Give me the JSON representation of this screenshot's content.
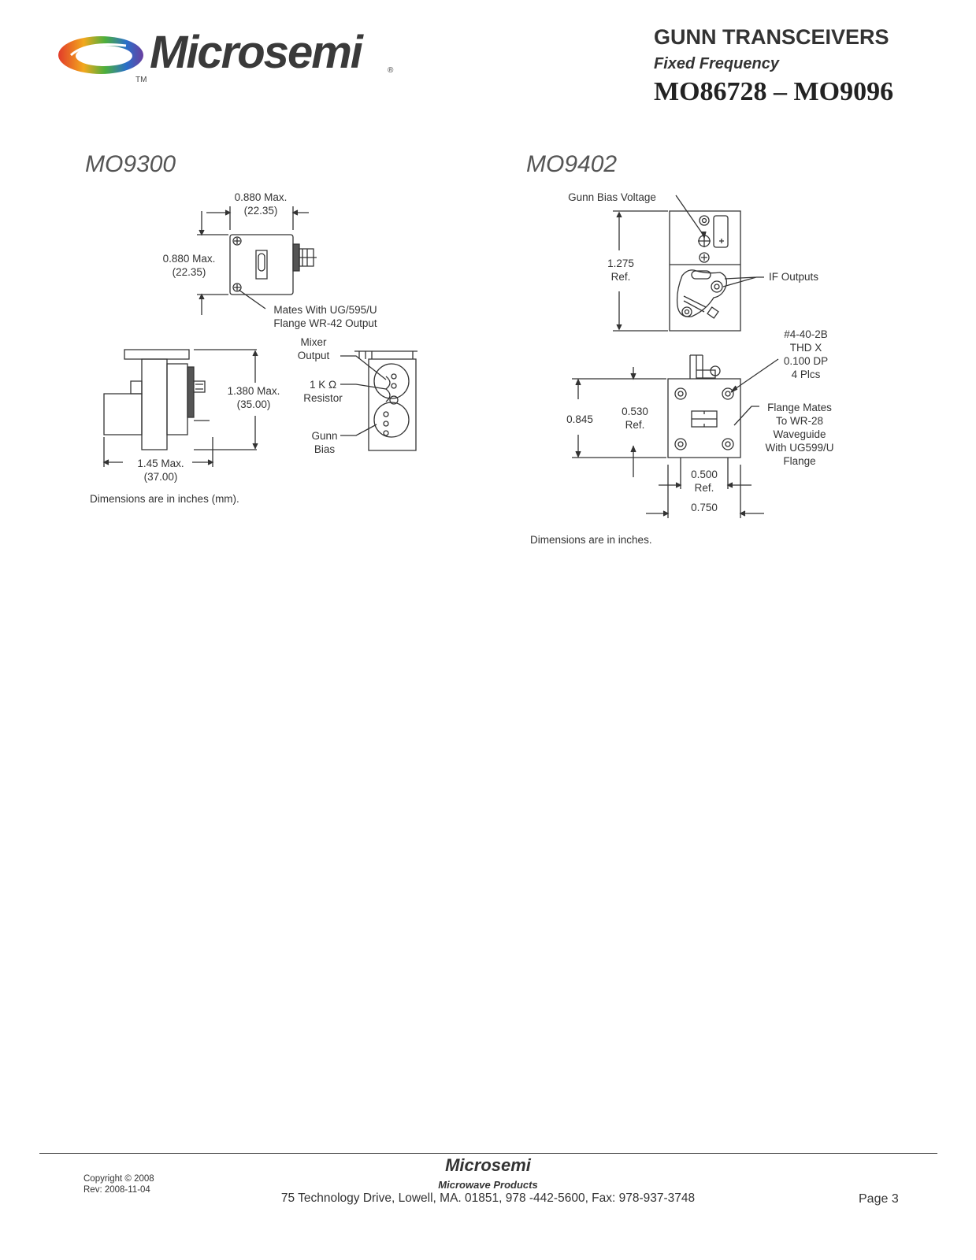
{
  "header": {
    "brand": "Microsemi",
    "trademark": "TM",
    "registered": "®",
    "title": "GUNN TRANSCEIVERS",
    "subtitle": "Fixed Frequency",
    "model_range": "MO86728 – MO9096"
  },
  "mo9300": {
    "title": "MO9300",
    "width_dim": "0.880 Max.",
    "width_dim_mm": "(22.35)",
    "height_dim": "0.880 Max.",
    "height_dim_mm": "(22.35)",
    "mates_line1": "Mates With UG/595/U",
    "mates_line2": "Flange WR-42 Output",
    "side_height": "1.380 Max.",
    "side_height_mm": "(35.00)",
    "side_length": "1.45 Max.",
    "side_length_mm": "(37.00)",
    "mixer_line1": "Mixer",
    "mixer_line2": "Output",
    "resistor_line1": "1 K Ω",
    "resistor_line2": "Resistor",
    "gunn_line1": "Gunn",
    "gunn_line2": "Bias",
    "note": "Dimensions are in inches (mm)."
  },
  "mo9402": {
    "title": "MO9402",
    "gunn_bias": "Gunn Bias Voltage",
    "height_dim": "1.275",
    "height_ref": "Ref.",
    "if_outputs": "IF Outputs",
    "thd_line1": "#4-40-2B",
    "thd_line2": "THD X",
    "thd_line3": "0.100 DP",
    "thd_line4": "4 Plcs",
    "dim_845": "0.845",
    "dim_530": "0.530",
    "dim_530_ref": "Ref.",
    "flange_line1": "Flange Mates",
    "flange_line2": "To WR-28",
    "flange_line3": "Waveguide",
    "flange_line4": "With UG599/U",
    "flange_line5": "Flange",
    "dim_500": "0.500",
    "dim_500_ref": "Ref.",
    "dim_750": "0.750",
    "note": "Dimensions are in inches."
  },
  "footer": {
    "copyright": "Copyright © 2008",
    "revision": "Rev: 2008-11-04",
    "brand": "Microsemi",
    "unit": "Microwave Products",
    "address": "75 Technology Drive, Lowell, MA. 01851, 978 -442-5600, Fax: 978-937-3748",
    "page": "Page 3"
  }
}
